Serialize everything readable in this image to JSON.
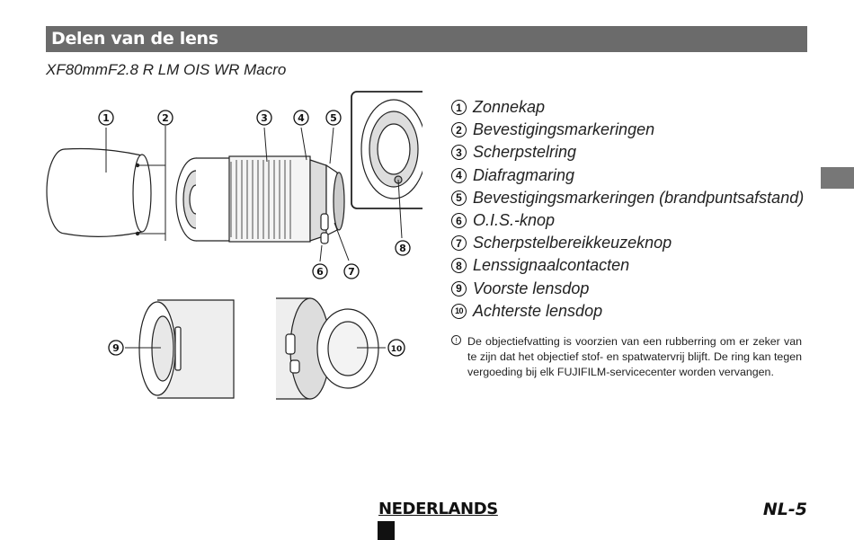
{
  "header": {
    "title": "Delen van de lens"
  },
  "subtitle": "XF80mmF2.8 R LM OIS WR Macro",
  "callouts": [
    "1",
    "2",
    "3",
    "4",
    "5",
    "6",
    "7",
    "8",
    "9",
    "10"
  ],
  "parts": [
    {
      "num": "1",
      "label": "Zonnekap"
    },
    {
      "num": "2",
      "label": "Bevestigingsmarkeringen"
    },
    {
      "num": "3",
      "label": "Scherpstelring"
    },
    {
      "num": "4",
      "label": "Diafragmaring"
    },
    {
      "num": "5",
      "label": "Bevestigingsmarkeringen (brandpuntsafstand)"
    },
    {
      "num": "6",
      "label": "O.I.S.-knop"
    },
    {
      "num": "7",
      "label": "Scherpstelbereikkeuzeknop"
    },
    {
      "num": "8",
      "label": "Lenssignaalcontacten"
    },
    {
      "num": "9",
      "label": "Voorste lensdop"
    },
    {
      "num": "10",
      "label": "Achterste lensdop"
    }
  ],
  "note": {
    "icon": "caution-icon",
    "text": "De objectiefvatting is voorzien van een rubberring om er zeker van te zijn dat het objectief stof- en spatwatervrij blijft. De ring kan tegen vergoeding bij elk FUJIFILM-servicecenter worden vervangen."
  },
  "footer": {
    "language": "NEDERLANDS",
    "page": "NL-5"
  }
}
